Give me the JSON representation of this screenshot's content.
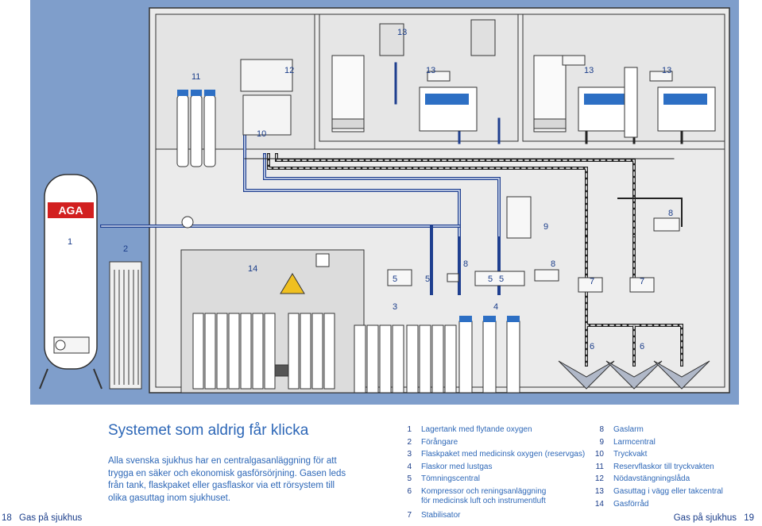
{
  "diagram": {
    "brand_logo": "AGA",
    "labels": {
      "l1": "1",
      "l2": "2",
      "l3": "3",
      "l4": "4",
      "l5a": "5",
      "l5b": "5",
      "l5c": "5",
      "l5d": "5",
      "l6a": "6",
      "l6b": "6",
      "l7a": "7",
      "l7b": "7",
      "l8a": "8",
      "l8b": "8",
      "l8c": "8",
      "l9": "9",
      "l10": "10",
      "l11": "11",
      "l12": "12",
      "l13a": "13",
      "l13b": "13",
      "l13c": "13",
      "l13d": "13",
      "l14": "14"
    },
    "colors": {
      "background": "#7f9ecb",
      "wall": "#ebebeb",
      "pipe_blue": "#1f3f8f",
      "pipe_dark": "#222222",
      "cylinder": "#ffffff",
      "cylinder_cap": "#2d6fc4",
      "accent_red": "#d21f1f"
    }
  },
  "text": {
    "title": "Systemet som aldrig får klicka",
    "body": "Alla svenska sjukhus har en centralgasanläggning för att trygga en säker och ekonomisk gasförsörjning. Gasen leds från tank, flaskpaket eller gasflaskor via ett rörsystem till olika gasuttag inom sjukhuset."
  },
  "legend_left": [
    {
      "num": "1",
      "text": "Lagertank med flytande oxygen"
    },
    {
      "num": "2",
      "text": "Förångare"
    },
    {
      "num": "3",
      "text": "Flaskpaket med medicinsk oxygen (reservgas)"
    },
    {
      "num": "4",
      "text": "Flaskor med lustgas"
    },
    {
      "num": "5",
      "text": "Tömningscentral"
    },
    {
      "num": "6",
      "text": "Kompressor och reningsanläggning\nför medicinsk luft och instrumentluft"
    },
    {
      "num": "7",
      "text": "Stabilisator"
    }
  ],
  "legend_right": [
    {
      "num": "8",
      "text": "Gaslarm"
    },
    {
      "num": "9",
      "text": "Larmcentral"
    },
    {
      "num": "10",
      "text": "Tryckvakt"
    },
    {
      "num": "11",
      "text": "Reservflaskor till tryckvakten"
    },
    {
      "num": "12",
      "text": "Nödavstängningslåda"
    },
    {
      "num": "13",
      "text": "Gasuttag i vägg eller takcentral"
    },
    {
      "num": "14",
      "text": "Gasförråd"
    }
  ],
  "footer": {
    "left_page": "18",
    "left_title": "Gas på sjukhus",
    "right_title": "Gas på sjukhus",
    "right_page": "19"
  }
}
